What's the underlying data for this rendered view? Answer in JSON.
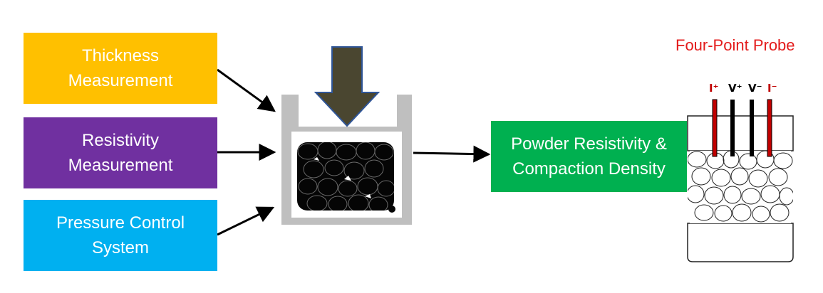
{
  "inputs": [
    {
      "id": "thickness",
      "label": "Thickness\nMeasurement",
      "color": "#FFC000"
    },
    {
      "id": "resistivity",
      "label": "Resistivity\nMeasurement",
      "color": "#7030A0"
    },
    {
      "id": "pressure",
      "label": "Pressure Control\nSystem",
      "color": "#00B0F0"
    }
  ],
  "output": {
    "label": "Powder Resistivity &\nCompaction Density",
    "color": "#00B050"
  },
  "probe": {
    "title": "Four-Point Probe",
    "title_color": "#E31B1B",
    "labels": [
      "I⁺",
      "V⁺",
      "V⁻",
      "I⁻"
    ],
    "label_colors": [
      "#C00000",
      "#000000",
      "#000000",
      "#C00000"
    ]
  },
  "colors": {
    "die_wall": "#BFBFBF",
    "piston": "#4A4630",
    "piston_outline": "#2F5597",
    "arrow": "#000000"
  }
}
